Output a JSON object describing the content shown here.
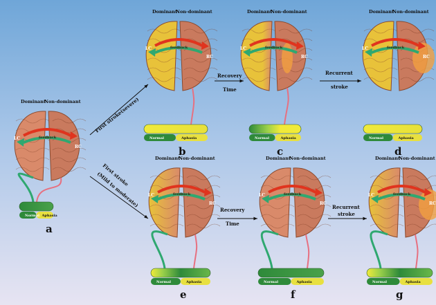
{
  "hemisphere_labels": {
    "dominant": "Dominant",
    "non_dominant": "Non-dominant"
  },
  "brain_text": {
    "left_side": "LC",
    "feedback": "feedback",
    "right_side": "RC"
  },
  "bar_labels": {
    "normal": "Normal",
    "aphasia": "Aphasia"
  },
  "arrows": {
    "first_stroke_severe": "First stroke(severe)",
    "first_stroke_mild_1": "First stroke",
    "first_stroke_mild_2": "(Mild to moderate)",
    "recovery_1": "Recovery",
    "recovery_2": "Time",
    "recurrent_1": "Recurrent",
    "recurrent_2": "stroke"
  },
  "panels": [
    {
      "id": "a",
      "letter": "a"
    },
    {
      "id": "b",
      "letter": "b"
    },
    {
      "id": "c",
      "letter": "c"
    },
    {
      "id": "d",
      "letter": "d"
    },
    {
      "id": "e",
      "letter": "e"
    },
    {
      "id": "f",
      "letter": "f"
    },
    {
      "id": "g",
      "letter": "g"
    }
  ],
  "colors": {
    "dominant_healthy": "#d98a6a",
    "dominant_damaged": "#e8c23a",
    "non_dominant": "#c97a5e",
    "pathway_green": "#2fa870",
    "pathway_red": "#e0341e",
    "bar_green": "#2e8a3a",
    "bar_yellow": "#f0ea3a"
  }
}
